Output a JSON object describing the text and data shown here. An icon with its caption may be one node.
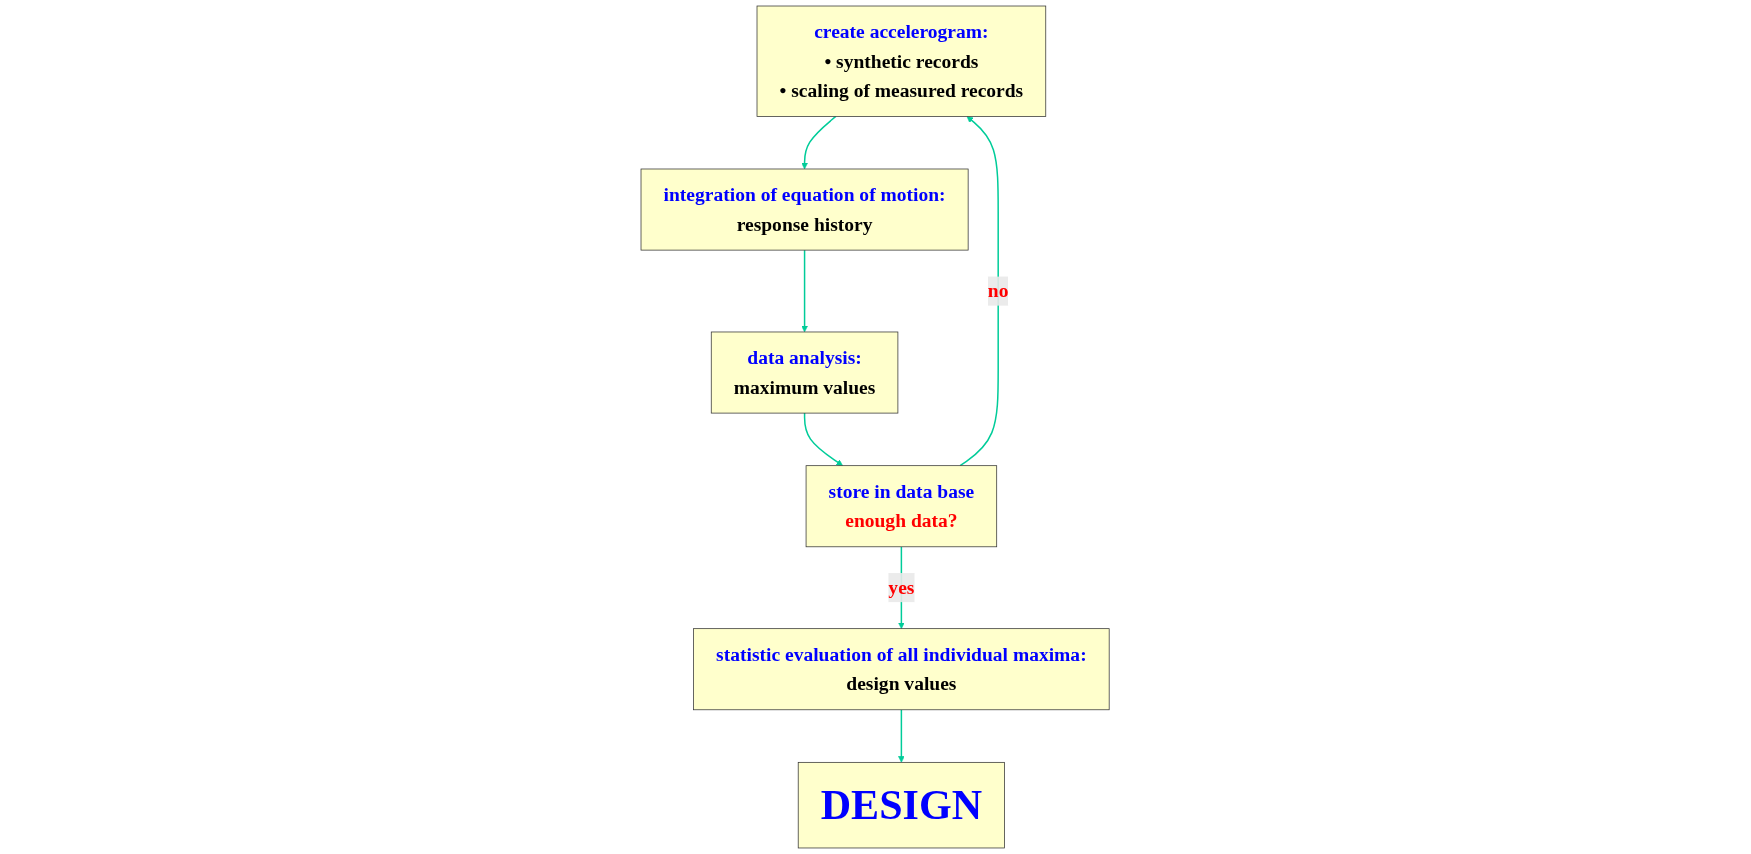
{
  "diagram": {
    "nodes": [
      {
        "text": [
          "create accelerogram:",
          "• synthetic records",
          "• scaling of measured records"
        ]
      },
      {
        "text": [
          "integration of equation of motion:",
          "response history"
        ]
      },
      {
        "text": [
          "data analysis:",
          "maximum values"
        ]
      },
      {
        "text": [
          "store in data base",
          "enough data?"
        ]
      },
      {
        "text": [
          "statistic evaluation of all individual maxima:",
          "design values"
        ]
      },
      {
        "text": [
          "DESIGN"
        ]
      }
    ],
    "edges": [
      {
        "from": 0,
        "to": 1,
        "arrow": "to"
      },
      {
        "from": 1,
        "to": 2,
        "arrow": "to"
      },
      {
        "from": 2,
        "to": 3,
        "arrow": "to"
      },
      {
        "from": 3,
        "to": 0,
        "arrow": "to",
        "label": "no"
      },
      {
        "from": 3,
        "to": 4,
        "arrow": "to",
        "label": "yes"
      },
      {
        "from": 4,
        "to": 5,
        "arrow": "to"
      }
    ]
  }
}
